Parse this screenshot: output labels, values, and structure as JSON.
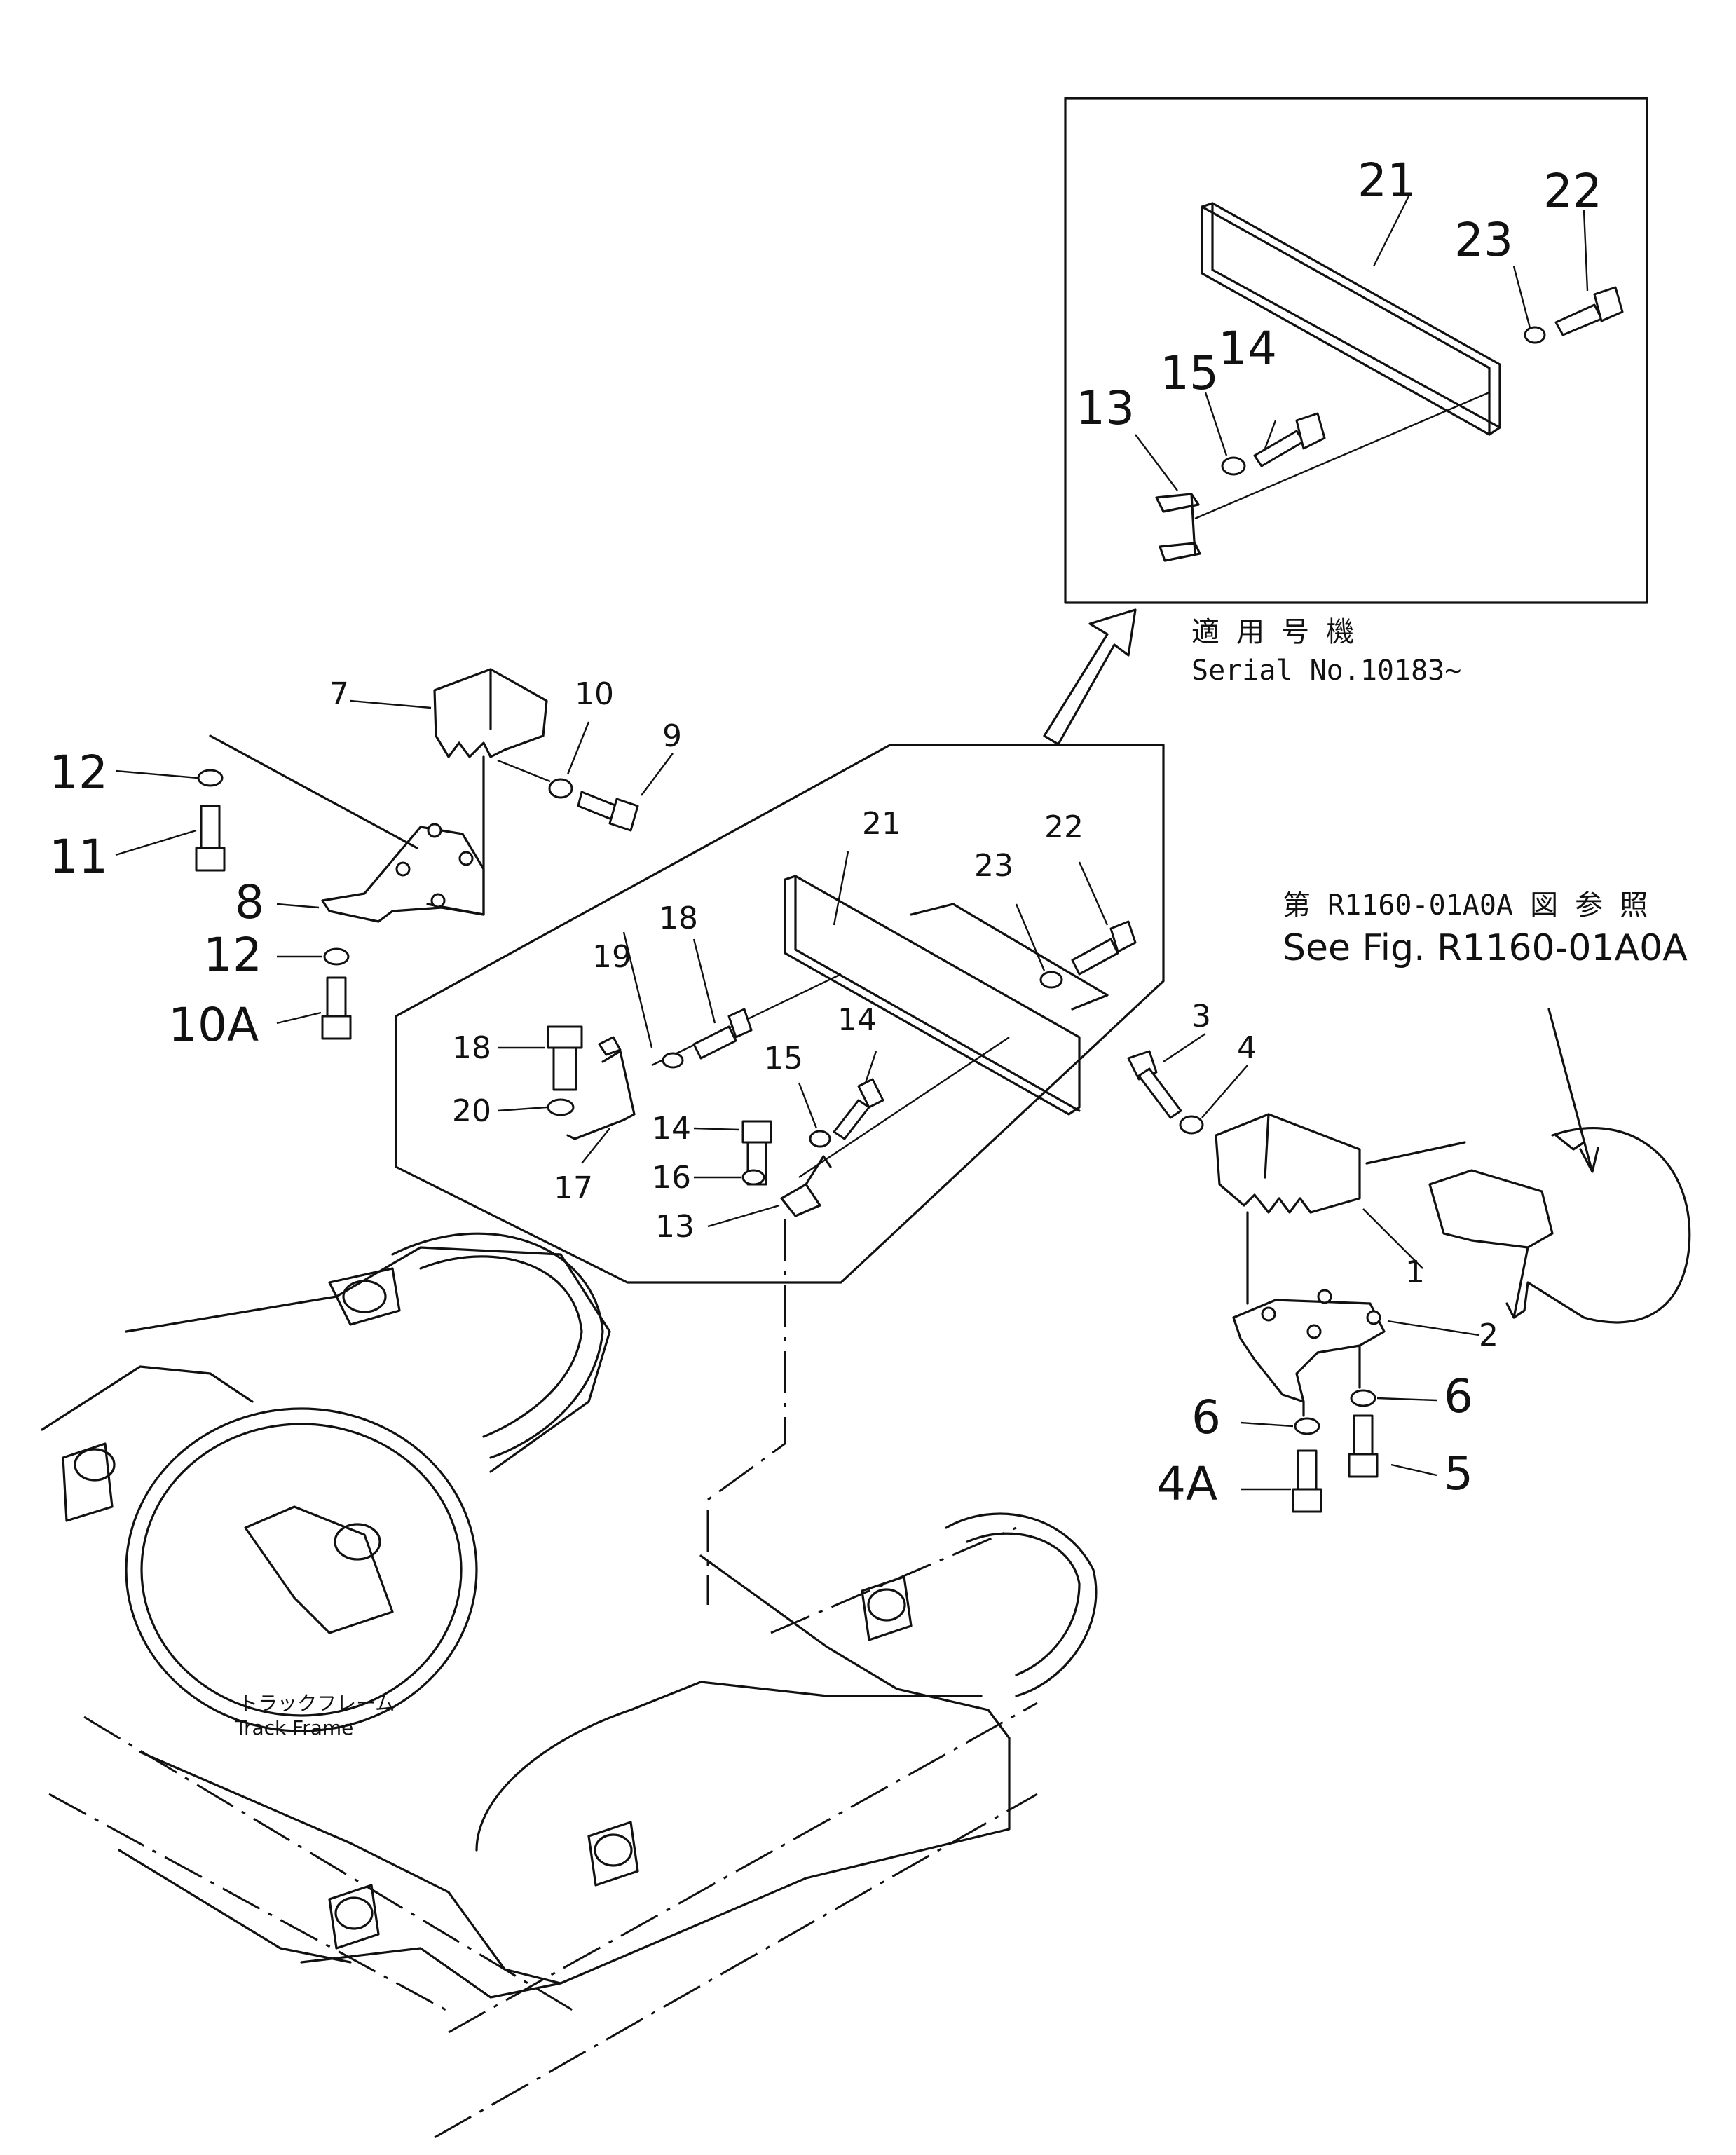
{
  "notes": {
    "applicable_jp": "適 用 号 機",
    "serial": "Serial No.10183~",
    "ref_jp": "第 R1160-01A0A 図 参 照",
    "ref_en": "See Fig. R1160-01A0A",
    "frame_jp": "トラックフレーム",
    "frame_en": "Track Frame"
  },
  "callouts": {
    "inset_21": "21",
    "inset_22": "22",
    "inset_23": "23",
    "inset_14": "14",
    "inset_15": "15",
    "inset_13": "13",
    "c7": "7",
    "c10": "10",
    "c9": "9",
    "c12a": "12",
    "c11": "11",
    "c8": "8",
    "c12b": "12",
    "c10A": "10A",
    "m21": "21",
    "m22": "22",
    "m23": "23",
    "m18a": "18",
    "m19": "19",
    "m18b": "18",
    "m20": "20",
    "m17": "17",
    "m14a": "14",
    "m15": "15",
    "m14b": "14",
    "m16": "16",
    "m13": "13",
    "c3": "3",
    "c4": "4",
    "c1": "1",
    "c2": "2",
    "c6a": "6",
    "c6b": "6",
    "c4A": "4A",
    "c5": "5"
  }
}
